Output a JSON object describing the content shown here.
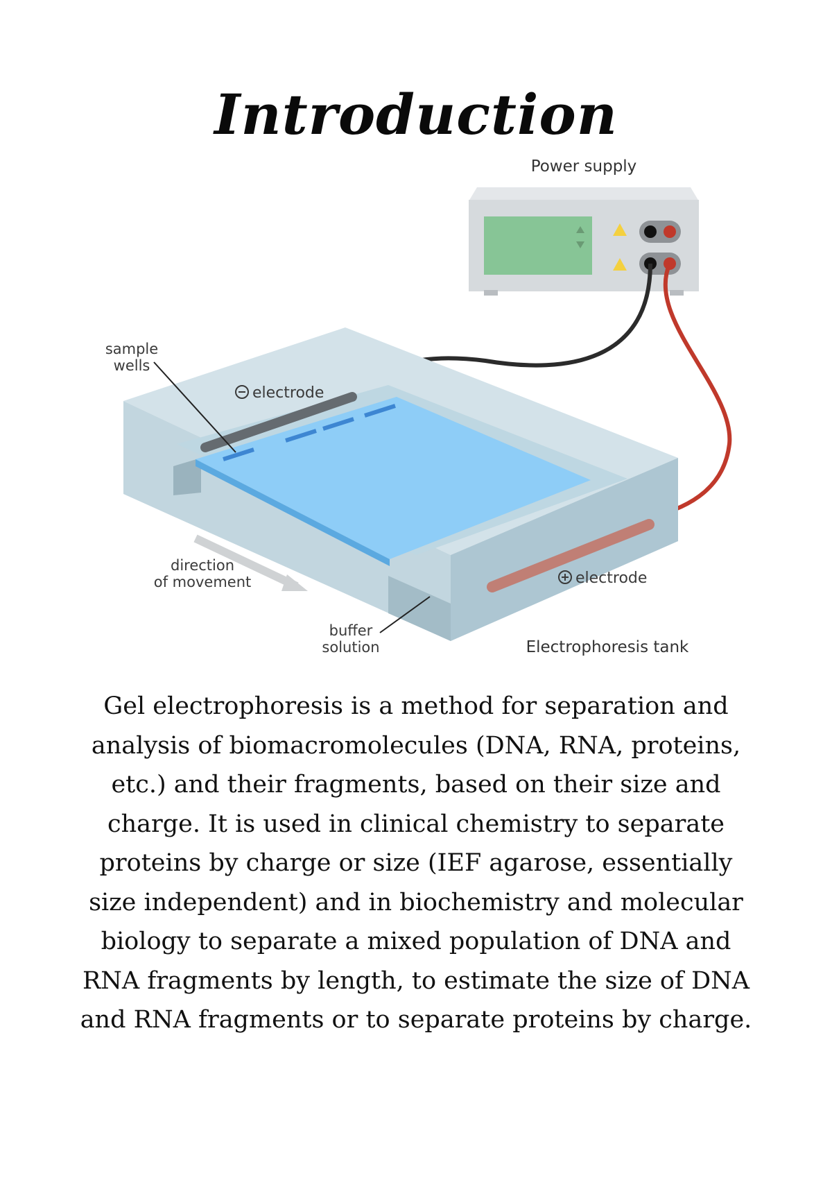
{
  "page": {
    "title": "Introduction",
    "body": "Gel electrophoresis is a method for separation and analysis of biomacromolecules (DNA, RNA, proteins, etc.) and their fragments, based on their size and charge. It is used in clinical chemistry to separate proteins by charge or size (IEF agarose, essentially size independent) and in biochemistry and molecular biology to separate a mixed population of DNA and RNA fragments by length, to estimate the size of DNA and RNA fragments or to separate proteins by charge."
  },
  "diagram": {
    "power_supply_label": "Power supply",
    "sample_wells_line1": "sample",
    "sample_wells_line2": "wells",
    "neg_electrode_label": "electrode",
    "pos_electrode_label": "electrode",
    "direction_line1": "direction",
    "direction_line2": "of movement",
    "buffer_line1": "buffer",
    "buffer_line2": "solution",
    "tank_label": "Electrophoresis tank",
    "colors": {
      "gel": "#8ecdf7",
      "display": "#87c596",
      "negative_wire": "#2b2b2b",
      "positive_wire": "#c0392b",
      "tank": "#c9dbe3"
    }
  }
}
